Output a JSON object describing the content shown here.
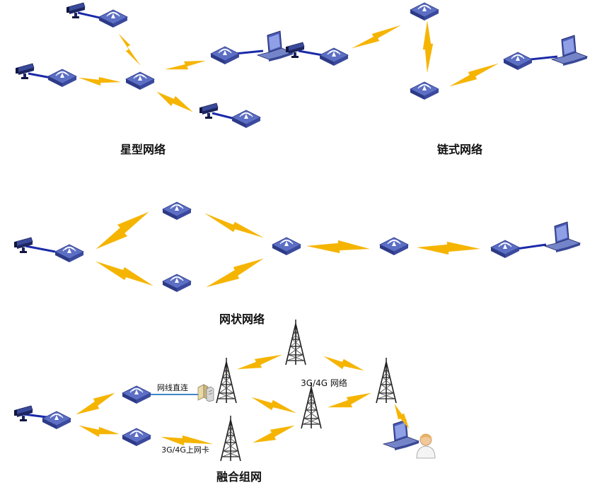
{
  "sections": {
    "star": {
      "title": "星型网络"
    },
    "chain": {
      "title": "链式网络"
    },
    "mesh": {
      "title": "网状网络"
    },
    "hybrid": {
      "title": "融合组网",
      "label_wired": "网线直连",
      "label_3g_card": "3G/4G上网卡",
      "label_3g_network": "3G/4G 网络"
    }
  },
  "colors": {
    "lightning": "#f5b400",
    "wire": "#1b2aa8",
    "ethernet": "#3f86c9",
    "device_top": "#5c6fc4",
    "device_side": "#2d3a86"
  },
  "icons": [
    "wireless-ap-icon",
    "camera-icon",
    "laptop-icon",
    "cell-tower-icon",
    "user-icon",
    "server-icon",
    "lightning-icon"
  ]
}
